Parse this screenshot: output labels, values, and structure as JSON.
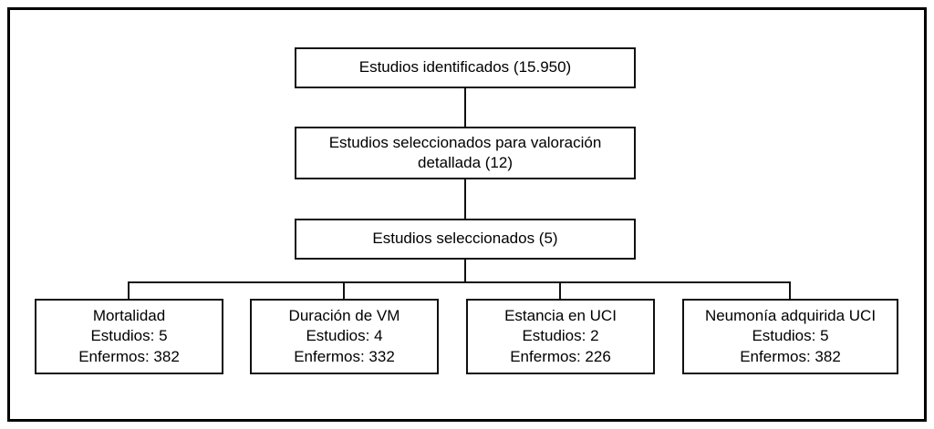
{
  "diagram": {
    "type": "study-selection-flowchart",
    "boxes": {
      "identified": {
        "label": "Estudios identificados (15.950)"
      },
      "detailed": {
        "label": "Estudios seleccionados para valoración detallada (12)"
      },
      "selected": {
        "label": "Estudios seleccionados (5)"
      }
    },
    "outcomes": [
      {
        "title": "Mortalidad",
        "studies": "Estudios: 5",
        "patients": "Enfermos: 382"
      },
      {
        "title": "Duración de VM",
        "studies": "Estudios: 4",
        "patients": "Enfermos: 332"
      },
      {
        "title": "Estancia en UCI",
        "studies": "Estudios: 2",
        "patients": "Enfermos: 226"
      },
      {
        "title": "Neumonía adquirida UCI",
        "studies": "Estudios: 5",
        "patients": "Enfermos: 382"
      }
    ],
    "colors": {
      "line": "#111111",
      "background": "#ffffff",
      "text": "#000000"
    }
  }
}
